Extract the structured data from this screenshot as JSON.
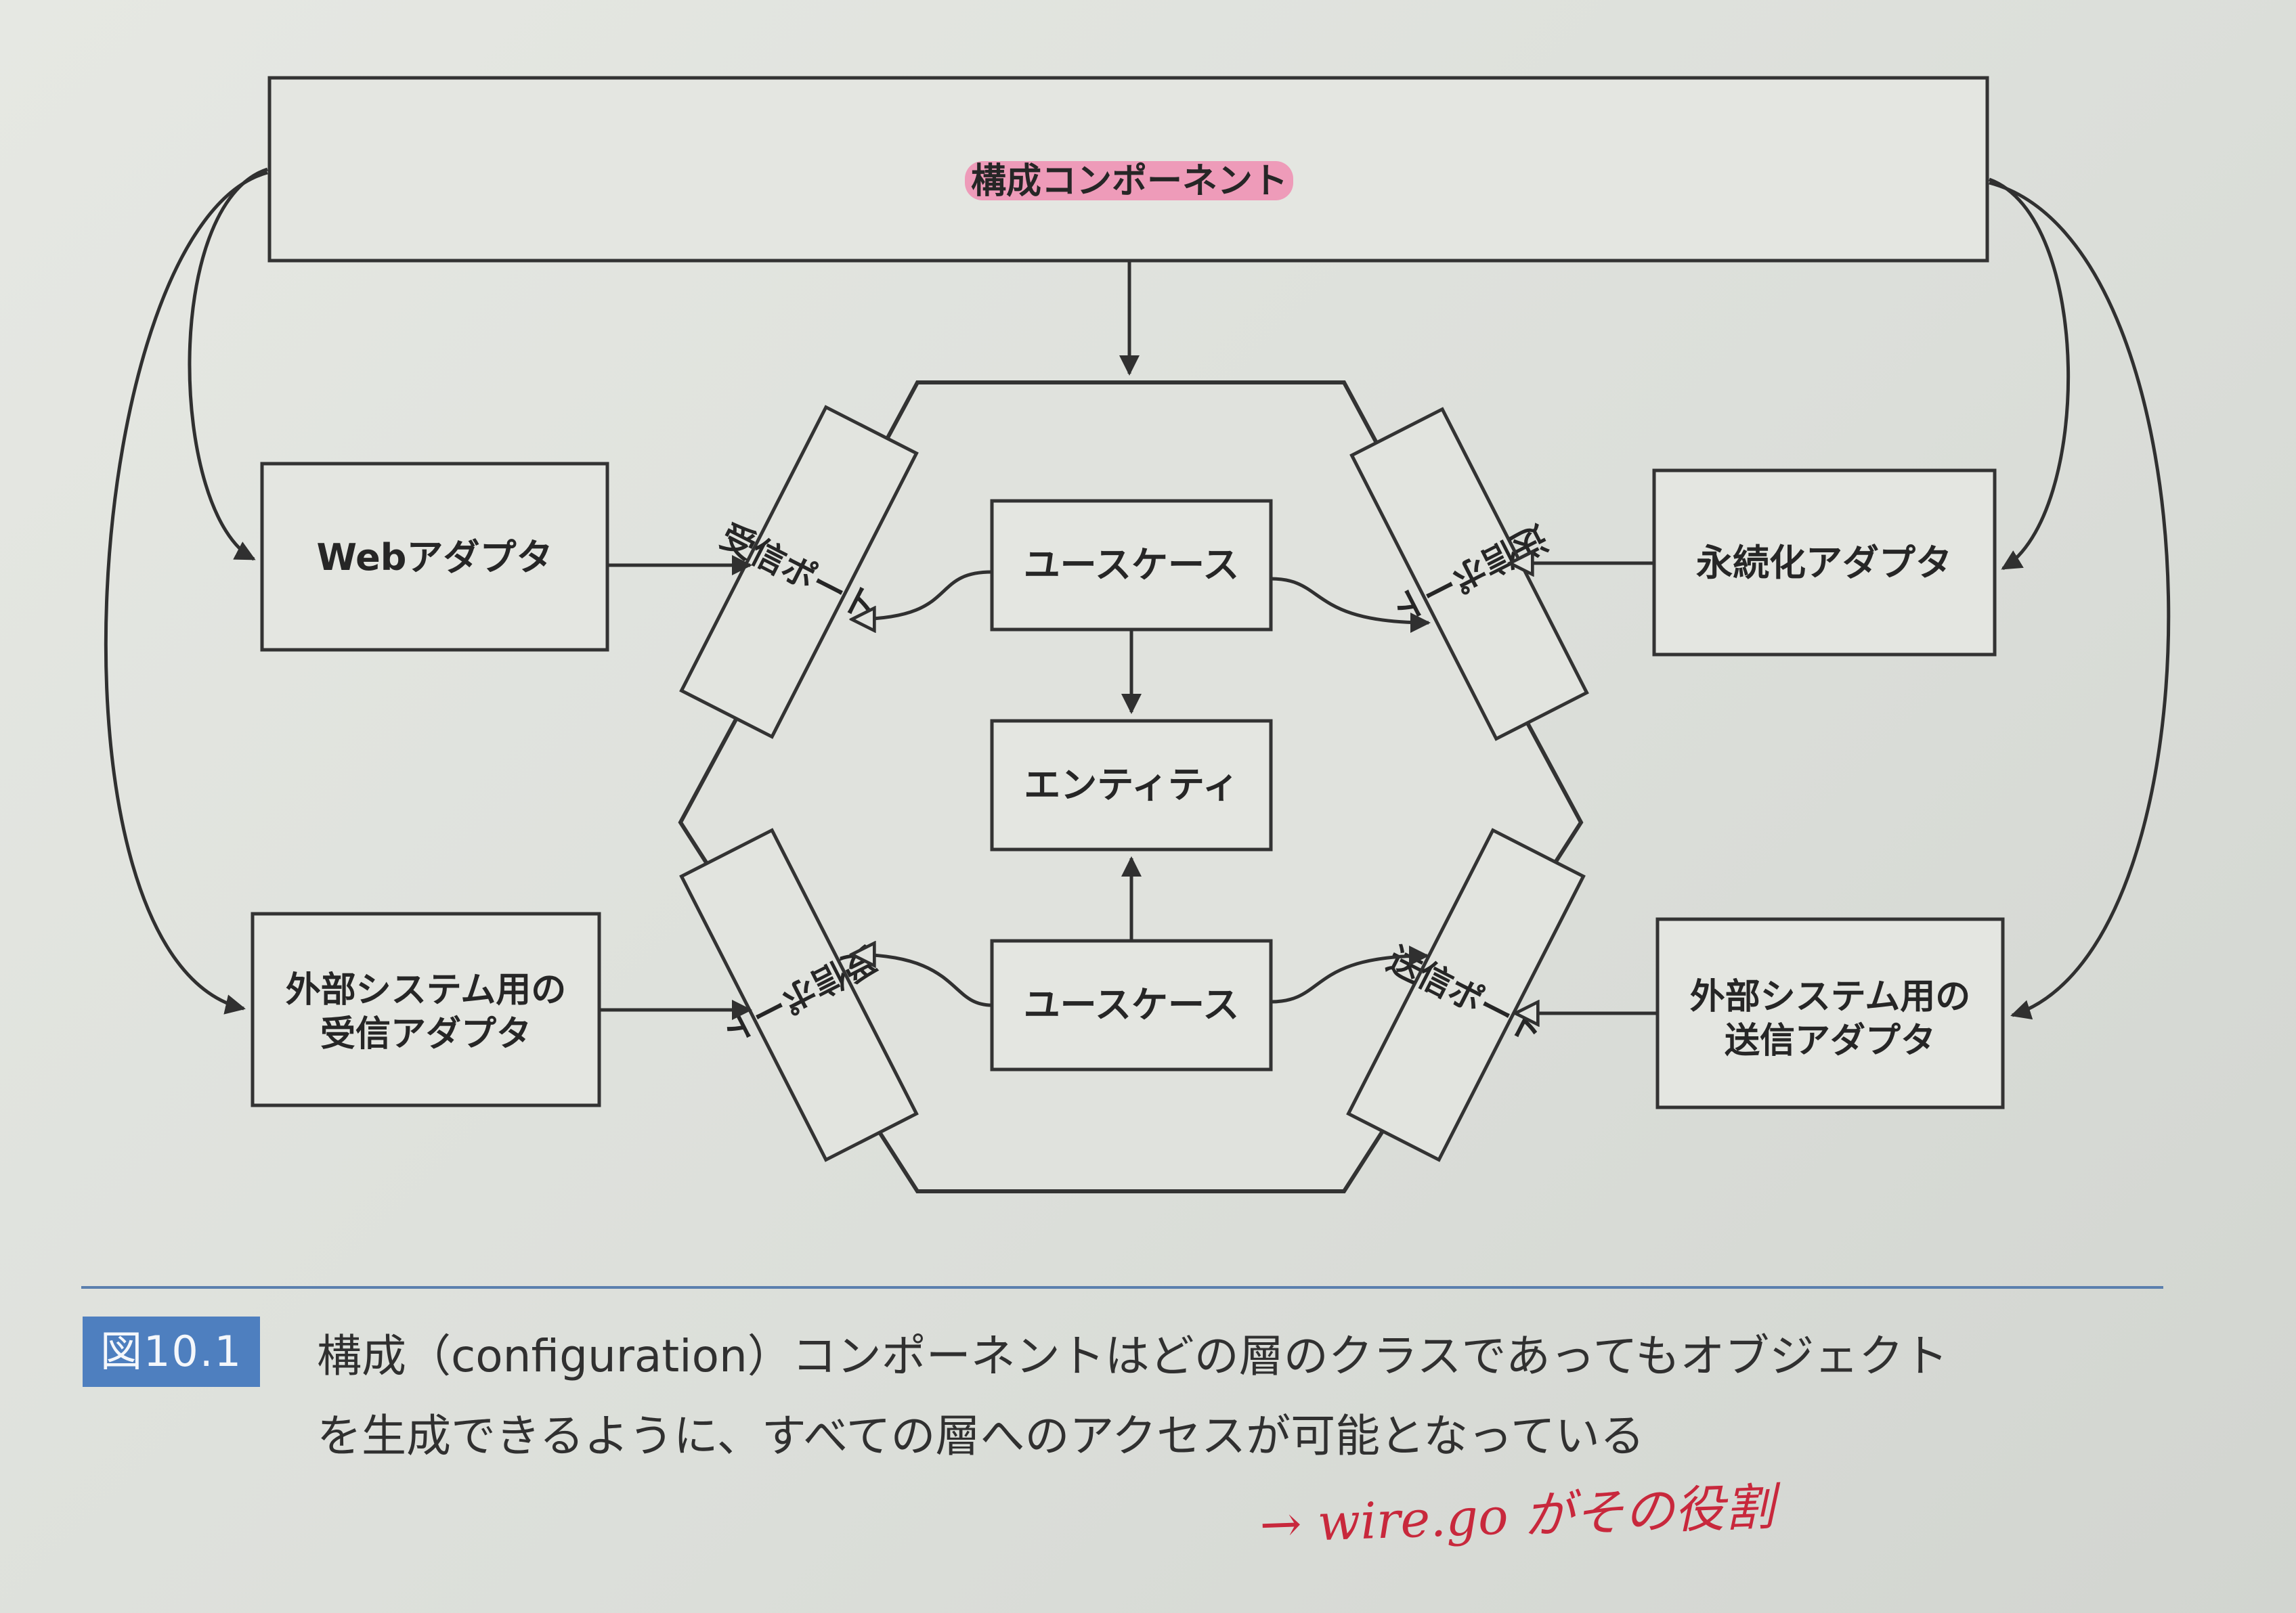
{
  "diagram": {
    "config_component": "構成コンポーネント",
    "web_adapter": "Webアダプタ",
    "external_receive_adapter": [
      "外部システム用の",
      "受信アダプタ"
    ],
    "persistence_adapter": "永続化アダプタ",
    "external_send_adapter": [
      "外部システム用の",
      "送信アダプタ"
    ],
    "incoming_port_top": "受信ポート",
    "incoming_port_bottom": "受信ポート",
    "outgoing_port_top": "送信ポート",
    "outgoing_port_bottom": "送信ポート",
    "use_case_top": "ユースケース",
    "entity": "エンティティ",
    "use_case_bottom": "ユースケース"
  },
  "caption": {
    "figure_number": "図10.1",
    "line1": "構成（configuration）コンポーネントはどの層のクラスであってもオブジェクト",
    "line2": "を生成できるように、すべての層へのアクセスが可能となっている"
  },
  "annotation": {
    "handwritten": "→ wire.go がその役割"
  },
  "colors": {
    "highlight": "#f08db2",
    "figure_badge": "#4e7fbf",
    "handwriting": "#c8283c"
  }
}
